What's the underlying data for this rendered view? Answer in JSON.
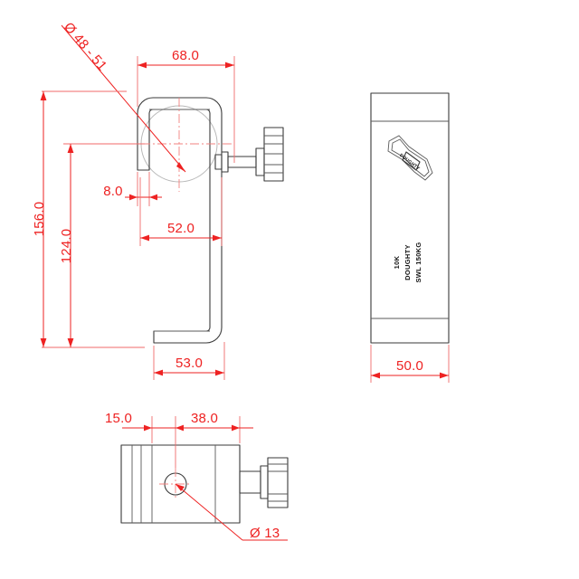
{
  "document": {
    "type": "engineering-drawing",
    "title": "Doughty Hook Clamp Technical Drawing",
    "units": "mm",
    "background_color": "#ffffff",
    "dimension_color": "#ee2222",
    "outline_color": "#3a3a3a",
    "phantom_color": "#b9b9b9"
  },
  "views": {
    "front": {
      "name": "front-elevation-view",
      "dimensions": {
        "bar_diameter": {
          "label": "Ø 48 - 51",
          "name": "bar-diameter-callout",
          "value_min": 48,
          "value_max": 51
        },
        "overall_width": {
          "label": "68.0",
          "name": "overall-width-dimension",
          "value": 68.0
        },
        "overall_height": {
          "label": "156.0",
          "name": "overall-height-dimension",
          "value": 156.0
        },
        "body_height": {
          "label": "124.0",
          "name": "body-height-dimension",
          "value": 124.0
        },
        "hook_gap": {
          "label": "8.0",
          "name": "hook-gap-dimension",
          "value": 8.0
        },
        "centre_offset": {
          "label": "52.0",
          "name": "centre-offset-dimension",
          "value": 52.0
        },
        "base_length": {
          "label": "53.0",
          "name": "base-length-dimension",
          "value": 53.0
        }
      }
    },
    "side": {
      "name": "side-elevation-view",
      "dimensions": {
        "width": {
          "label": "50.0",
          "name": "side-width-dimension",
          "value": 50.0
        }
      },
      "markings": {
        "line1": "10K",
        "line2": "DOUGHTY",
        "line3": "SWL 150KG",
        "logo_text": "DOUGHTY"
      }
    },
    "bottom": {
      "name": "bottom-plan-view",
      "dimensions": {
        "edge_offset": {
          "label": "15.0",
          "name": "edge-offset-dimension",
          "value": 15.0
        },
        "hole_offset": {
          "label": "38.0",
          "name": "hole-offset-dimension",
          "value": 38.0
        },
        "hole_diameter": {
          "label": "Ø 13",
          "name": "hole-diameter-callout",
          "value": 13
        }
      }
    }
  }
}
